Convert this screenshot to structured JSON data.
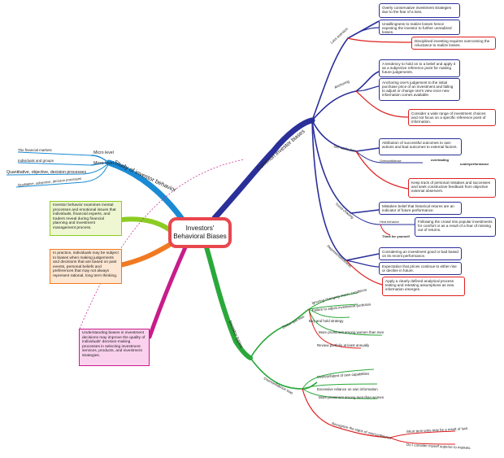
{
  "central_topic": "Investors' Behavioral Biases",
  "colors": {
    "study_branch": "#1a8ad4",
    "common_branch": "#2a2f9a",
    "types_branch": "#2aa83a",
    "red_accent": "#e02020",
    "notes_lime": "#8ccc22",
    "notes_orange": "#f07a22",
    "notes_magenta": "#c81c8a"
  },
  "study_of_investor_behavior": {
    "label": "Study of investor behavior",
    "micro_level": {
      "label": "Micro level",
      "items": [
        "The financial markets",
        "Individuals and groups"
      ]
    },
    "items": [
      "Quantitative, objective, decision processes",
      "Qualitative, subjective, decision processes"
    ]
  },
  "notes": {
    "behavior": "Investor behavior examines mental processes and emotional issues that individuals, financial experts, and traders reveal during financial planning and investment management process.",
    "practice": "In practice, individuals may be subject to biases when making judgements and decisions that are based on past events, personal beliefs and preferences that may not always represent rational, long term thinking.",
    "understanding": "Understanding biases in investment decisions may improve the quality of individuals' decision-making processes in selecting investment services, products, and investment strategies."
  },
  "common_investor_biases": {
    "label": "Common investor biases",
    "loss_aversion": {
      "label": "Loss aversion",
      "boxes": [
        "Overly conservative investment strategies due to the fear of a loss.",
        "Unwillingness to realize losses hence exposing the investor to further unrealized losses."
      ],
      "red_box": "Disciplined investing requires overcoming the reluctance to realize losses."
    },
    "anchoring": {
      "label": "Anchoring",
      "boxes": [
        "A tendency to hold on to a belief and apply it as a subjective reference point for making future judgements.",
        "Anchoring one's judgement to the initial purchase price of an investment and failing to adjust or change one's view once new information comes available."
      ],
      "red_box": "Consider a wide range of investment choices and not focus on a specific reference point of information."
    },
    "self_attribution": {
      "label": "Self attribution",
      "boxes": [
        "Attribution of successful outcomes to own actions and bad outcomes to external factors."
      ],
      "overconfidence": "Overconfidence",
      "overtrading": "overtrading",
      "underperformance": "underperformance",
      "red_box": "Keep track of personal mistakes and successes and seek constructive feedback from objective external observers."
    },
    "trend_chasing": {
      "label": "Trend-chasing",
      "boxes": [
        "Mistaken belief that historical returns are an indicator of future performance.",
        "Following the crowd into popular investments for comfort or as a result of a fear of missing out of returns."
      ],
      "herd_behavior": "Herd behavior",
      "think_for_yourself": "Think for yourself"
    },
    "representativeness": {
      "label": "Representativeness",
      "boxes": [
        "Considering an investment good or bad based on its recent performance.",
        "Expectation that prices continue to either rise or decline in future."
      ],
      "red_box": "Apply a clearly defined analytical process testing and retesting assumptions as new information emerges."
    }
  },
  "investor_types": {
    "label": "Investor types",
    "status_quo_bias": {
      "label": "Status quo bias",
      "items": [
        "Ignoring changing macro conditions",
        "Failure to adjust investment portfolios",
        "Buy and hold strategy",
        "More prominent among women than men"
      ],
      "red_item": "Review portfolio at least annually"
    },
    "overconfidence_bias": {
      "label": "Overconfidence bias",
      "items": [
        "Overconfident of own capabilities",
        "Excessive reliance on own information",
        "More prominent among men than women"
      ],
      "recognize": "Recognize the signs of overconfidence",
      "red_items": [
        "Short term wins may be a result of luck",
        "Do I consider myself superior to markets"
      ]
    }
  }
}
